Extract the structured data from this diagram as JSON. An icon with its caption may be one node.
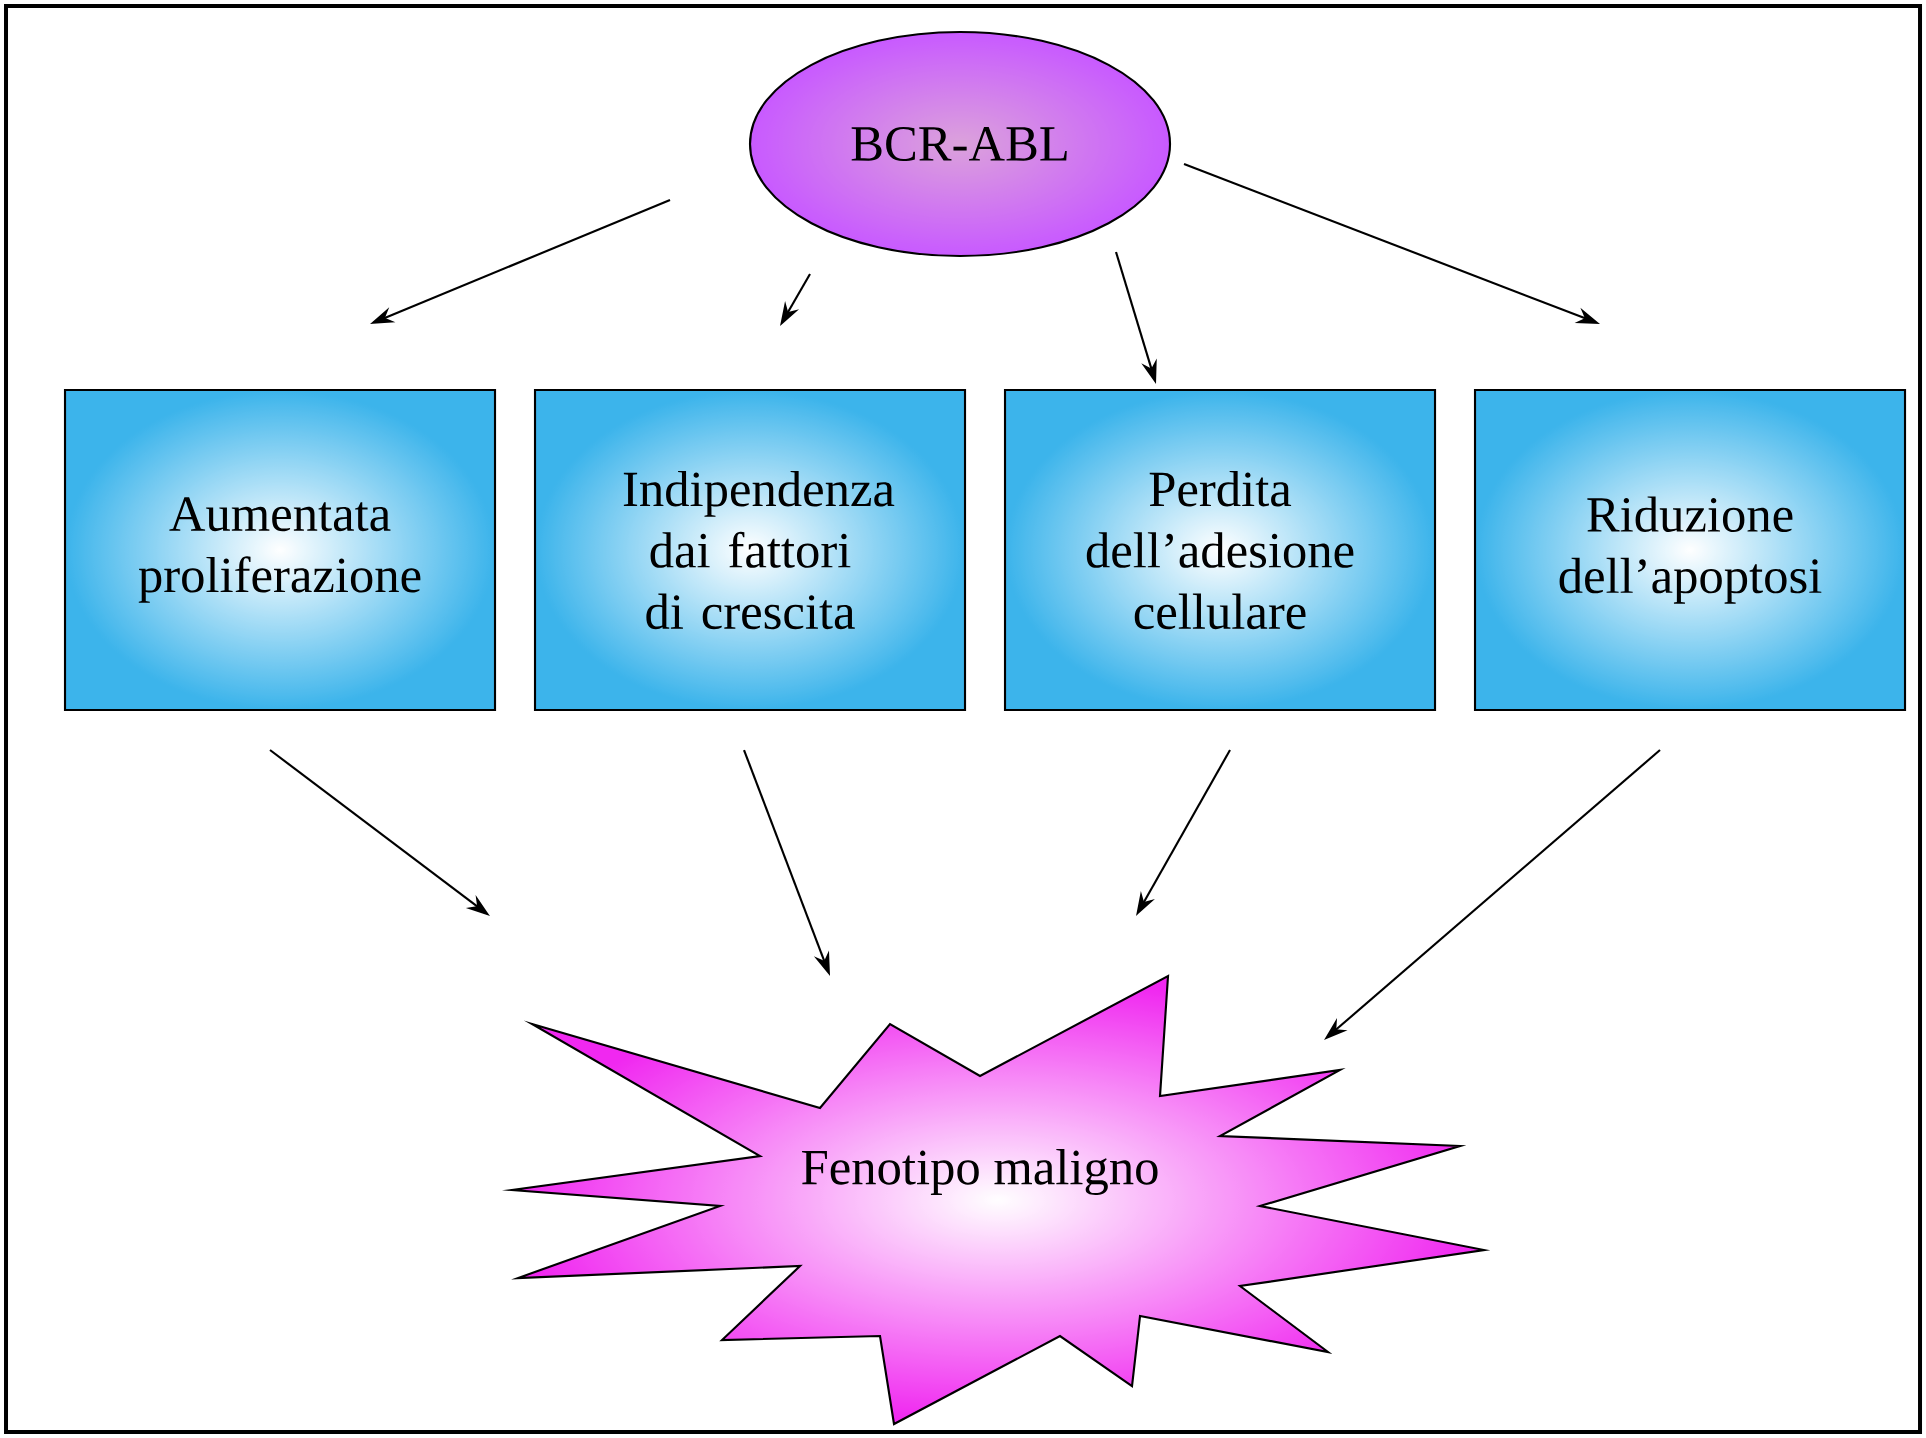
{
  "diagram": {
    "nodes": [
      {
        "text": [
          "BCR-ABL"
        ]
      },
      {
        "text": [
          "Aumentata proliferazione"
        ]
      },
      {
        "text": [
          "Indipendenza dai fattori di crescita"
        ]
      },
      {
        "text": [
          "Perdita dell’adesione cellulare"
        ]
      },
      {
        "text": [
          "Riduzione dell’apoptosi"
        ]
      },
      {
        "text": [
          "Fenotipo maligno"
        ]
      }
    ],
    "edges": [
      {
        "from": 0,
        "to": 1,
        "arrow": "to"
      },
      {
        "from": 0,
        "to": 2,
        "arrow": "to"
      },
      {
        "from": 0,
        "to": 3,
        "arrow": "to"
      },
      {
        "from": 0,
        "to": 4,
        "arrow": "to"
      },
      {
        "from": 1,
        "to": 5,
        "arrow": "to"
      },
      {
        "from": 2,
        "to": 5,
        "arrow": "to"
      },
      {
        "from": 3,
        "to": 5,
        "arrow": "to"
      },
      {
        "from": 4,
        "to": 5,
        "arrow": "to"
      }
    ]
  }
}
